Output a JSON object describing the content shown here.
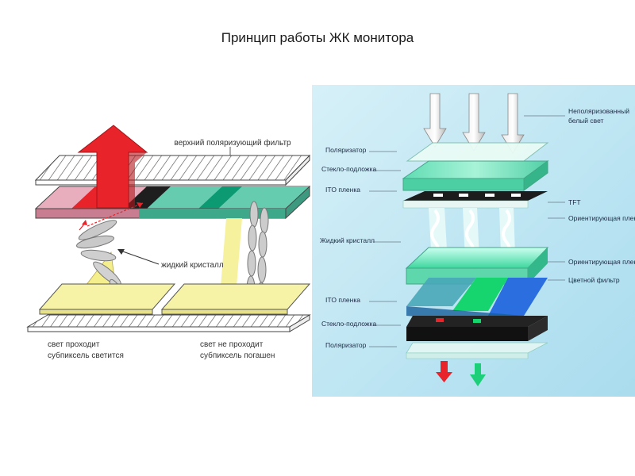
{
  "title": "Принцип работы ЖК монитора",
  "left_diagram": {
    "top_filter_label": "верхний поляризующий фильтр",
    "liquid_crystal_label": "жидкий кристалл",
    "light_passes_line1": "свет проходит",
    "light_passes_line2": "субпиксель светится",
    "light_blocked_line1": "свет не проходит",
    "light_blocked_line2": "субпиксель погашен"
  },
  "right_diagram": {
    "labels_left": [
      "Поляризатор",
      "Стекло-подложка",
      "ITO пленка",
      "Жидкий кристалл",
      "ITO пленка",
      "Стекло-подложка",
      "Поляризатор"
    ],
    "unpolarized_line1": "Неполяризованный",
    "unpolarized_line2": "белый свет",
    "tft_label": "TFT",
    "orient_top_label": "Ориентирующая пленка",
    "orient_bottom_label": "Ориентирующая пленка",
    "color_filter_label": "Цветной фильтр"
  },
  "colors": {
    "red": "#e8232a",
    "pink_band": "#e6a3b5",
    "teal_band": "#4fc4a3",
    "yellow_plate": "#f6f3a6",
    "panel_bg": "#bfe6f2",
    "green": "#1ecf7a",
    "blue": "#2a6ee0"
  }
}
